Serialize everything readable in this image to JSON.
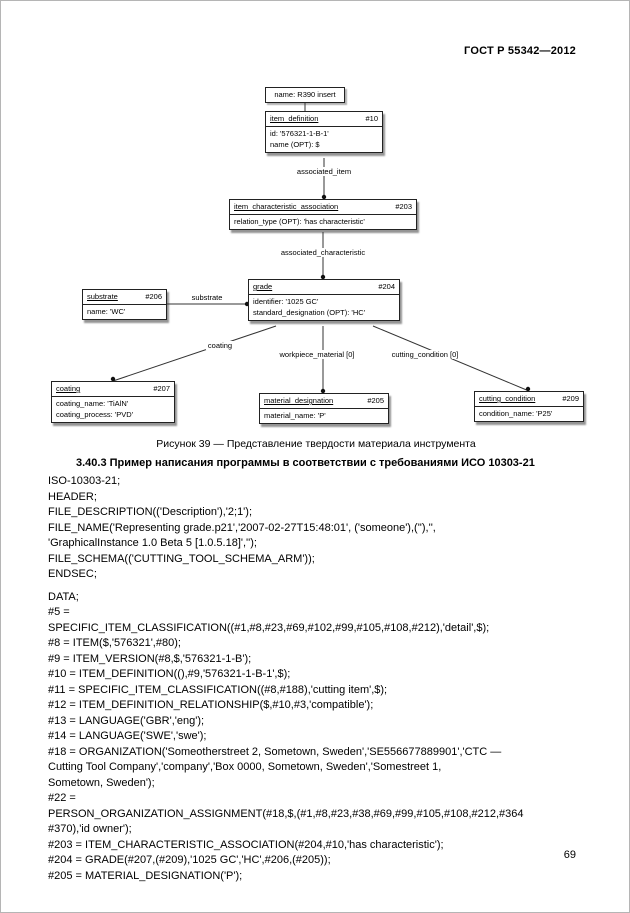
{
  "header": {
    "standard": "ГОСТ Р 55342—2012"
  },
  "footer": {
    "page_number": "69"
  },
  "diagram": {
    "caption": "Рисунок 39 — Представление твердости материала инструмента",
    "name_tag": "name: R390 insert",
    "boxes": {
      "item_definition": {
        "title": "item_definition",
        "ref": "#10",
        "rows": [
          "id: '576321-1-B-1'",
          "name (OPT): $"
        ]
      },
      "item_characteristic_association": {
        "title": "item_characteristic_association",
        "ref": "#203",
        "rows": [
          "relation_type (OPT): 'has characteristic'"
        ]
      },
      "grade": {
        "title": "grade",
        "ref": "#204",
        "rows": [
          "identifier: '1025 GC'",
          "standard_designation (OPT): 'HC'"
        ]
      },
      "substrate": {
        "title": "substrate",
        "ref": "#206",
        "rows": [
          "name: 'WC'"
        ]
      },
      "coating": {
        "title": "coating",
        "ref": "#207",
        "rows": [
          "coating_name: 'TiAlN'",
          "coating_process: 'PVD'"
        ]
      },
      "material_designation": {
        "title": "material_designation",
        "ref": "#205",
        "rows": [
          "material_name: 'P'"
        ]
      },
      "cutting_condition": {
        "title": "cutting_condition",
        "ref": "#209",
        "rows": [
          "condition_name: 'P25'"
        ]
      }
    },
    "edges": {
      "associated_item": "associated_item",
      "associated_characteristic": "associated_characteristic",
      "substrate": "substrate",
      "coating": "coating",
      "workpiece_material": "workpiece_material [0]",
      "cutting_condition": "cutting_condition [0]"
    }
  },
  "section": {
    "heading": "3.40.3 Пример написания программы в соответствии с требованиями ИСО 10303-21",
    "code_lines": [
      "ISO-10303-21;",
      "HEADER;",
      "FILE_DESCRIPTION(('Description'),'2;1');",
      "FILE_NAME('Representing grade.p21','2007-02-27T15:48:01', ('someone'),(''),'',",
      "'GraphicalInstance 1.0 Beta 5 [1.0.5.18]','');",
      "FILE_SCHEMA(('CUTTING_TOOL_SCHEMA_ARM'));",
      "ENDSEC;",
      "DATA;",
      "#5 =",
      "SPECIFIC_ITEM_CLASSIFICATION((#1,#8,#23,#69,#102,#99,#105,#108,#212),'detail',$);",
      "#8 = ITEM($,'576321',#80);",
      "#9 = ITEM_VERSION(#8,$,'576321-1-B');",
      "#10 = ITEM_DEFINITION((),#9,'576321-1-B-1',$);",
      "#11 = SPECIFIC_ITEM_CLASSIFICATION((#8,#188),'cutting item',$);",
      "#12 = ITEM_DEFINITION_RELATIONSHIP($,#10,#3,'compatible');",
      "#13 = LANGUAGE('GBR','eng');",
      "#14 = LANGUAGE('SWE','swe');",
      "#18 = ORGANIZATION('Someotherstreet 2, Sometown, Sweden','SE556677889901','CTC —",
      "Cutting Tool Company','company','Box 0000, Sometown, Sweden','Somestreet 1,",
      "Sometown, Sweden');",
      "#22 =",
      "PERSON_ORGANIZATION_ASSIGNMENT(#18,$,(#1,#8,#23,#38,#69,#99,#105,#108,#212,#364",
      "#370),'id owner');",
      "#203 = ITEM_CHARACTERISTIC_ASSOCIATION(#204,#10,'has characteristic');",
      "#204 = GRADE(#207,(#209),'1025 GC','HC',#206,(#205));",
      "#205 = MATERIAL_DESIGNATION('P');"
    ]
  }
}
